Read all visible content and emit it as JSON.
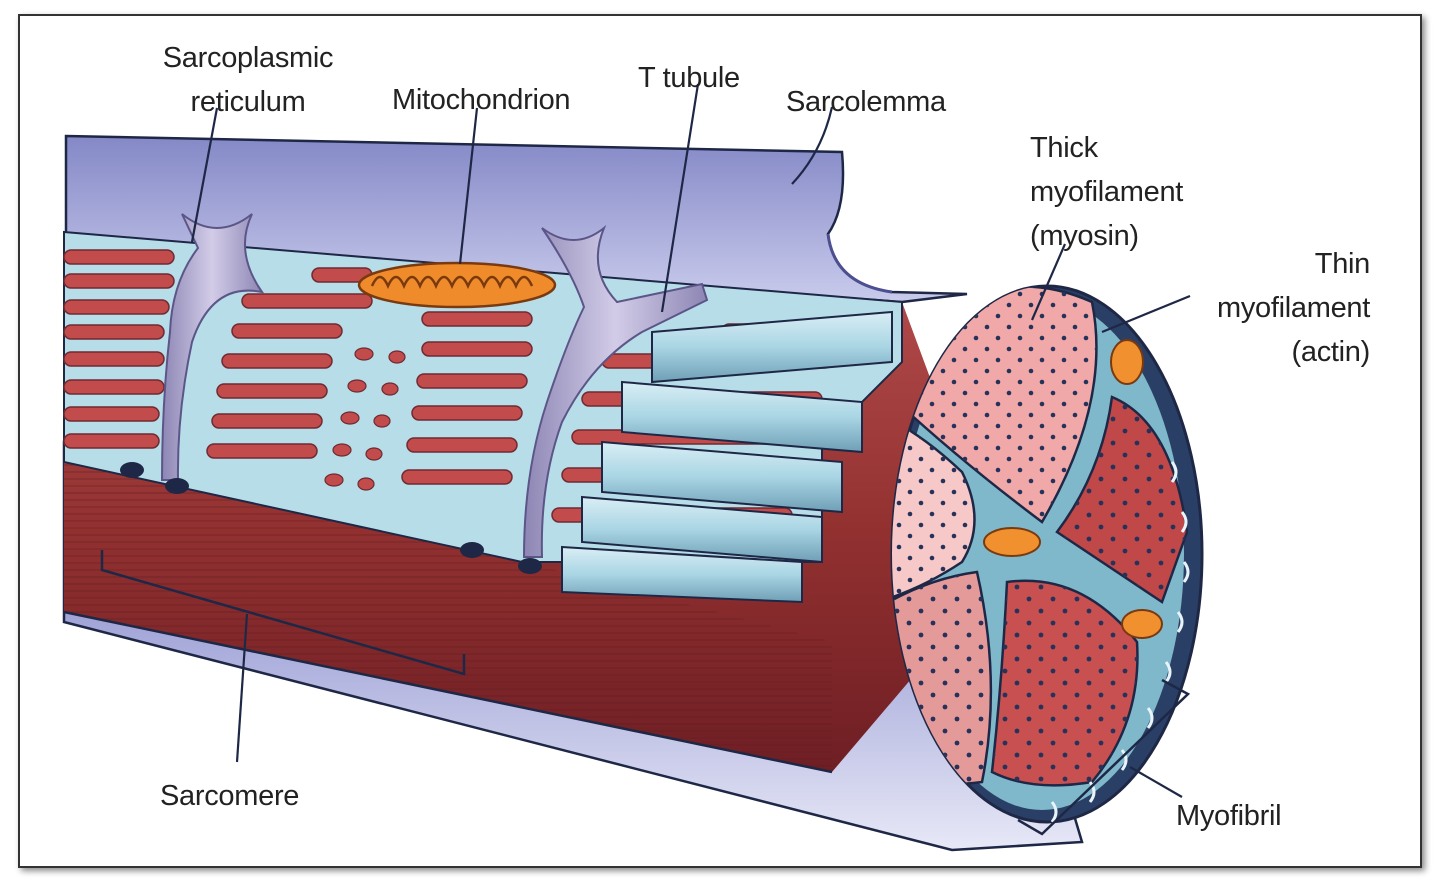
{
  "labels": {
    "sarcoplasmic_reticulum": [
      "Sarcoplasmic",
      "reticulum"
    ],
    "mitochondrion": "Mitochondrion",
    "t_tubule": "T tubule",
    "sarcolemma": "Sarcolemma",
    "thick_myofilament": [
      "Thick",
      "myofilament",
      "(myosin)"
    ],
    "thin_myofilament": [
      "Thin",
      "myofilament",
      "(actin)"
    ],
    "sarcomere": "Sarcomere",
    "myofibril": "Myofibril"
  },
  "colors": {
    "sarcolemma": "#8f92cc",
    "sarcolemma_light": "#c3c5e8",
    "reticulum": "#a8d6e4",
    "reticulum_dark": "#5f93aa",
    "myofibril_red": "#a63c3c",
    "myofibril_pink": "#f2b8b8",
    "t_tubule": "#c0b9d8",
    "mitochondrion": "#f08b2c",
    "outline": "#1e2846",
    "frame": "#333333"
  }
}
